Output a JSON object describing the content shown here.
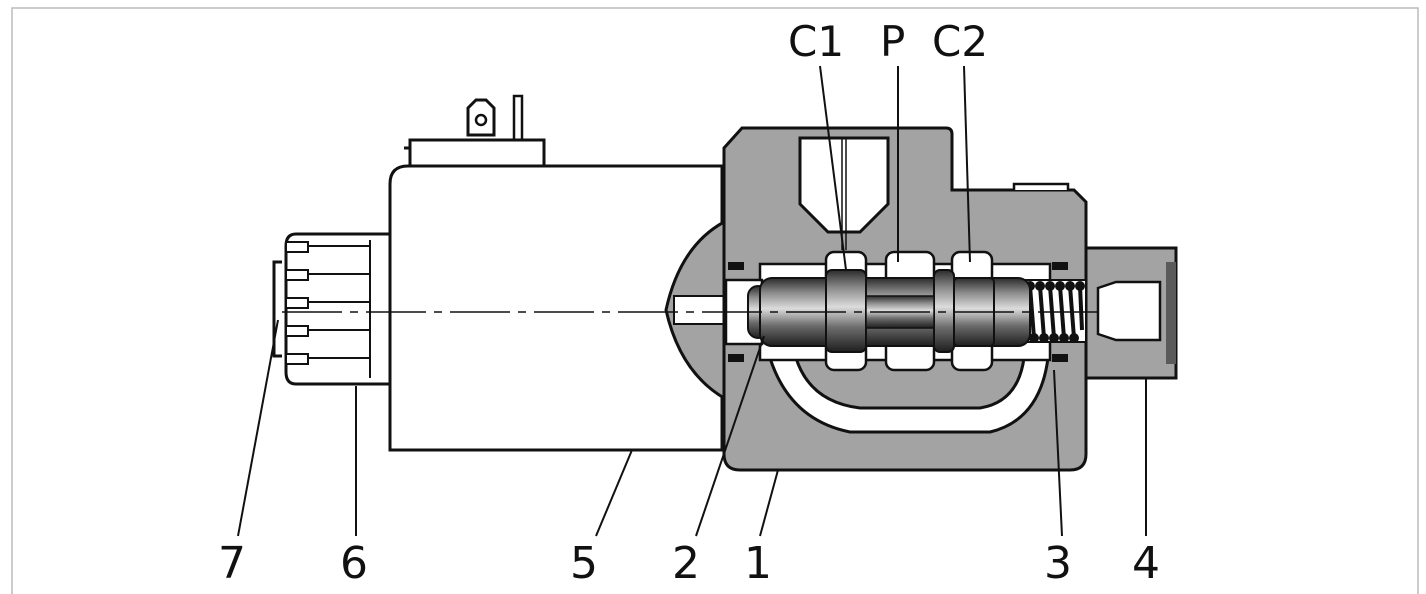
{
  "diagram": {
    "ports": {
      "c1": "C1",
      "p": "P",
      "c2": "C2"
    },
    "callouts": {
      "n7": "7",
      "n6": "6",
      "n5": "5",
      "n2": "2",
      "n1": "1",
      "n3": "3",
      "n4": "4"
    },
    "colors": {
      "body": "#a3a3a3",
      "outline": "#111111",
      "spool": "#4a4a4a",
      "background": "#ffffff"
    }
  }
}
